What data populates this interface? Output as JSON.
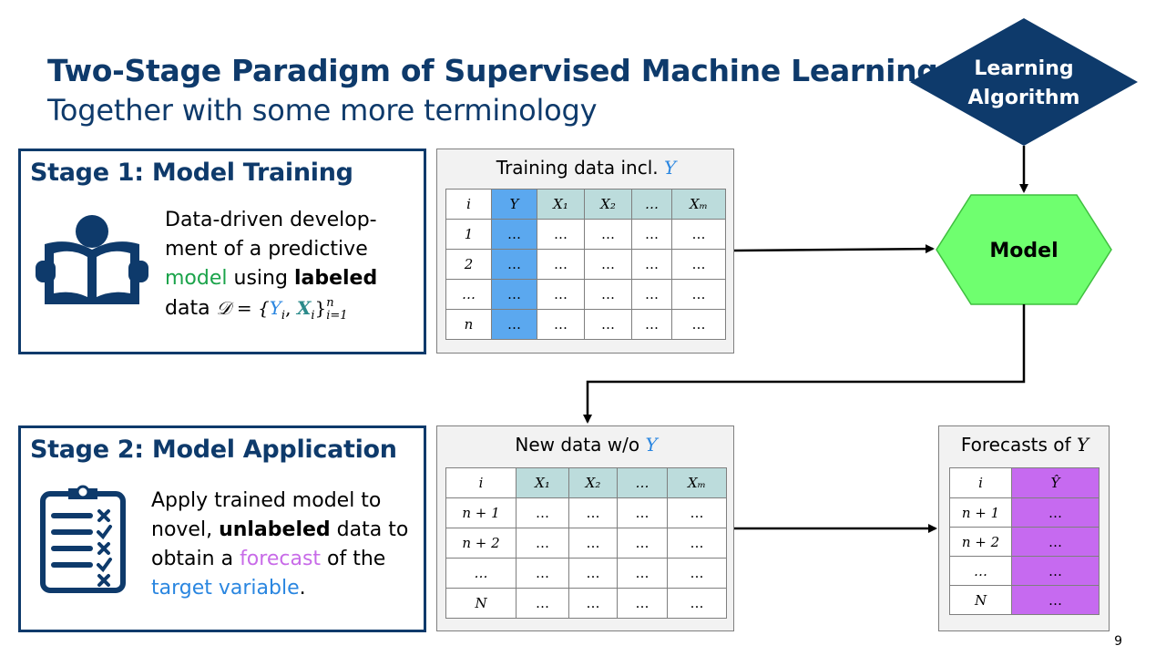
{
  "slide": {
    "title": "Two-Stage Paradigm of Supervised Machine Learning",
    "subtitle": "Together with some more terminology",
    "page_number": "9"
  },
  "stage1": {
    "heading": "Stage 1: Model Training",
    "icon": "open-book-reader-icon",
    "text_part1": "Data-driven develop-ment of a predictive ",
    "text_model": "model",
    "text_part2": " using ",
    "text_labeled": "labeled",
    "text_part3": " data ",
    "formula_lhs": "𝒟 = {",
    "formula_y": "Y",
    "formula_i1": "i",
    "formula_comma": ", ",
    "formula_x": "X",
    "formula_i2": "i",
    "formula_close": "}",
    "formula_sup": "n",
    "formula_sub": "i=1"
  },
  "stage2": {
    "heading": "Stage 2: Model Application",
    "icon": "checklist-clipboard-icon",
    "text_part1": "Apply trained model to novel, ",
    "text_unlabeled": "unlabeled",
    "text_part2": " data to obtain a ",
    "text_forecast": "forecast",
    "text_part3": " of the ",
    "text_target": "target variable",
    "text_end": "."
  },
  "training_panel": {
    "title": "Training data incl. ",
    "title_y": "Y",
    "headers": [
      "i",
      "Y",
      "X₁",
      "X₂",
      "…",
      "Xₘ"
    ],
    "rows": [
      [
        "1",
        "…",
        "…",
        "…",
        "…",
        "…"
      ],
      [
        "2",
        "…",
        "…",
        "…",
        "…",
        "…"
      ],
      [
        "…",
        "…",
        "…",
        "…",
        "…",
        "…"
      ],
      [
        "n",
        "…",
        "…",
        "…",
        "…",
        "…"
      ]
    ]
  },
  "new_panel": {
    "title": "New data w/o ",
    "title_y": "Y",
    "headers": [
      "i",
      "X₁",
      "X₂",
      "…",
      "Xₘ"
    ],
    "rows": [
      [
        "n + 1",
        "…",
        "…",
        "…",
        "…"
      ],
      [
        "n + 2",
        "…",
        "…",
        "…",
        "…"
      ],
      [
        "…",
        "…",
        "…",
        "…",
        "…"
      ],
      [
        "N",
        "…",
        "…",
        "…",
        "…"
      ]
    ]
  },
  "forecast_panel": {
    "title": "Forecasts of ",
    "title_y": "Y",
    "headers": [
      "i",
      "Ŷ"
    ],
    "rows": [
      [
        "n + 1",
        "…"
      ],
      [
        "n + 2",
        "…"
      ],
      [
        "…",
        "…"
      ],
      [
        "N",
        "…"
      ]
    ]
  },
  "flow": {
    "learning_algorithm_line1": "Learning",
    "learning_algorithm_line2": "Algorithm",
    "model": "Model",
    "colors": {
      "diamond": "#0e3a6b",
      "hexagon": "#6fff6f",
      "ycol": "#5ba8ef",
      "forecast": "#c66af0"
    }
  }
}
